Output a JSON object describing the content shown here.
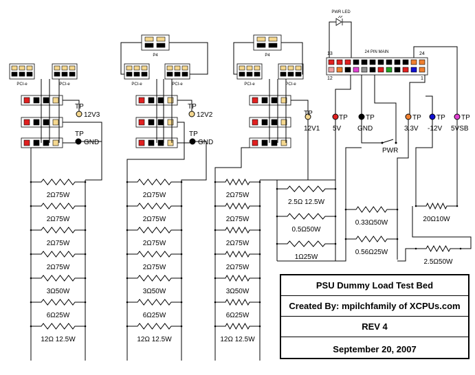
{
  "labels": {
    "pwr_led": "PWR LED",
    "main_header": "24 PIN MAIN",
    "pin_13": "13",
    "pin_24": "24",
    "pin_12": "12",
    "pin_1": "1",
    "p4": "P4",
    "pcie": "PCI-e",
    "tp": "TP",
    "pwr_switch": "PWR"
  },
  "test_points": [
    {
      "id": "12v3",
      "label": "12V3",
      "color": "#f5d890"
    },
    {
      "id": "gnd-a",
      "label": "GND",
      "color": "#000000"
    },
    {
      "id": "12v2",
      "label": "12V2",
      "color": "#f5d890"
    },
    {
      "id": "gnd-b",
      "label": "GND",
      "color": "#000000"
    },
    {
      "id": "12v1",
      "label": "12V1",
      "color": "#f5d890"
    },
    {
      "id": "5v",
      "label": "5V",
      "color": "#e02020"
    },
    {
      "id": "gnd-c",
      "label": "GND",
      "color": "#000000"
    },
    {
      "id": "3v3",
      "label": "3.3V",
      "color": "#f08030"
    },
    {
      "id": "m12v",
      "label": "-12V",
      "color": "#1010d0"
    },
    {
      "id": "5vsb",
      "label": "5VSB",
      "color": "#e040d0"
    }
  ],
  "bank1_resistors": [
    "2Ω75W",
    "2Ω75W",
    "2Ω75W",
    "2Ω75W",
    "3Ω50W",
    "6Ω25W",
    "12Ω 12.5W"
  ],
  "bank2_resistors": [
    "2Ω75W",
    "2Ω75W",
    "2Ω75W",
    "2Ω75W",
    "3Ω50W",
    "6Ω25W",
    "12Ω 12.5W"
  ],
  "bank3_resistors": [
    "2Ω75W",
    "2Ω75W",
    "2Ω75W",
    "2Ω75W",
    "3Ω50W",
    "6Ω25W",
    "12Ω 12.5W"
  ],
  "five_v_resistors": [
    "2.5Ω 12.5W",
    "0.5Ω50W",
    "1Ω25W"
  ],
  "three_v_resistors": [
    "0.33Ω50W",
    "0.56Ω25W"
  ],
  "misc_resistors": [
    "20Ω10W",
    "2.5Ω50W"
  ],
  "title_block": {
    "title": "PSU Dummy Load Test Bed",
    "created_by": "Created By: mpilchfamily of XCPUs.com",
    "rev": "REV  4",
    "date": "September 20, 2007"
  },
  "colors": {
    "red": "#e02020",
    "black": "#000000",
    "yellow": "#f5d890",
    "orange": "#f08030",
    "blue": "#1010d0",
    "magenta": "#e040d0",
    "green": "#20a020",
    "gray": "#909090",
    "pink": "#f0a0a0"
  }
}
